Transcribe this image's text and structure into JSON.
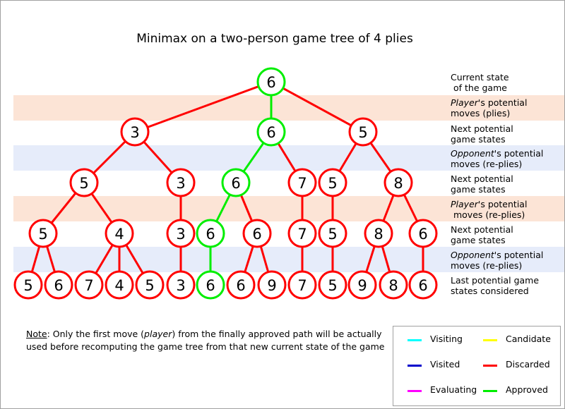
{
  "title": "Minimax on a two-person game tree of 4 plies",
  "colors": {
    "discarded": "#ff0000",
    "approved": "#00ee00",
    "band_player": "#fce4d6",
    "band_opponent": "#e6ecfa"
  },
  "levels": [
    {
      "plain": "Current state\n of the game"
    },
    {
      "italic": "Player",
      "plain": "'s potential\nmoves (plies)"
    },
    {
      "plain": "Next potential\ngame states"
    },
    {
      "italic": "Opponent",
      "plain": "'s potential\nmoves (re-plies)"
    },
    {
      "plain": "Next potential\ngame states"
    },
    {
      "italic": "Player",
      "plain": "'s potential\n moves (re-plies)"
    },
    {
      "plain": "Next potential\ngame states"
    },
    {
      "italic": "Opponent",
      "plain": "'s potential\nmoves (re-plies)"
    },
    {
      "plain": "Last potential game\nstates considered"
    }
  ],
  "tree": {
    "nodes": [
      {
        "id": "root",
        "value": "6",
        "state": "approved"
      },
      {
        "id": "a1",
        "value": "3",
        "state": "discarded"
      },
      {
        "id": "a2",
        "value": "6",
        "state": "approved"
      },
      {
        "id": "a3",
        "value": "5",
        "state": "discarded"
      },
      {
        "id": "b1",
        "value": "5",
        "state": "discarded"
      },
      {
        "id": "b2",
        "value": "3",
        "state": "discarded"
      },
      {
        "id": "b3",
        "value": "6",
        "state": "approved"
      },
      {
        "id": "b4",
        "value": "7",
        "state": "discarded"
      },
      {
        "id": "b5",
        "value": "5",
        "state": "discarded"
      },
      {
        "id": "b6",
        "value": "8",
        "state": "discarded"
      },
      {
        "id": "c1",
        "value": "5",
        "state": "discarded"
      },
      {
        "id": "c2",
        "value": "4",
        "state": "discarded"
      },
      {
        "id": "c3",
        "value": "3",
        "state": "discarded"
      },
      {
        "id": "c4",
        "value": "6",
        "state": "approved"
      },
      {
        "id": "c5",
        "value": "6",
        "state": "discarded"
      },
      {
        "id": "c6",
        "value": "7",
        "state": "discarded"
      },
      {
        "id": "c7",
        "value": "5",
        "state": "discarded"
      },
      {
        "id": "c8",
        "value": "8",
        "state": "discarded"
      },
      {
        "id": "c9",
        "value": "6",
        "state": "discarded"
      },
      {
        "id": "d1",
        "value": "5",
        "state": "discarded"
      },
      {
        "id": "d2",
        "value": "6",
        "state": "discarded"
      },
      {
        "id": "d3",
        "value": "7",
        "state": "discarded"
      },
      {
        "id": "d4",
        "value": "4",
        "state": "discarded"
      },
      {
        "id": "d5",
        "value": "5",
        "state": "discarded"
      },
      {
        "id": "d6",
        "value": "3",
        "state": "discarded"
      },
      {
        "id": "d7",
        "value": "6",
        "state": "approved"
      },
      {
        "id": "d8",
        "value": "6",
        "state": "discarded"
      },
      {
        "id": "d9",
        "value": "9",
        "state": "discarded"
      },
      {
        "id": "d10",
        "value": "7",
        "state": "discarded"
      },
      {
        "id": "d11",
        "value": "5",
        "state": "discarded"
      },
      {
        "id": "d12",
        "value": "9",
        "state": "discarded"
      },
      {
        "id": "d13",
        "value": "8",
        "state": "discarded"
      },
      {
        "id": "d14",
        "value": "6",
        "state": "discarded"
      }
    ],
    "edges": [
      {
        "from": "root",
        "to": "a1",
        "state": "discarded"
      },
      {
        "from": "root",
        "to": "a2",
        "state": "approved"
      },
      {
        "from": "root",
        "to": "a3",
        "state": "discarded"
      },
      {
        "from": "a1",
        "to": "b1",
        "state": "discarded"
      },
      {
        "from": "a1",
        "to": "b2",
        "state": "discarded"
      },
      {
        "from": "a2",
        "to": "b3",
        "state": "approved"
      },
      {
        "from": "a2",
        "to": "b4",
        "state": "discarded"
      },
      {
        "from": "a3",
        "to": "b5",
        "state": "discarded"
      },
      {
        "from": "a3",
        "to": "b6",
        "state": "discarded"
      },
      {
        "from": "b1",
        "to": "c1",
        "state": "discarded"
      },
      {
        "from": "b1",
        "to": "c2",
        "state": "discarded"
      },
      {
        "from": "b2",
        "to": "c3",
        "state": "discarded"
      },
      {
        "from": "b3",
        "to": "c4",
        "state": "approved"
      },
      {
        "from": "b3",
        "to": "c5",
        "state": "discarded"
      },
      {
        "from": "b4",
        "to": "c6",
        "state": "discarded"
      },
      {
        "from": "b5",
        "to": "c7",
        "state": "discarded"
      },
      {
        "from": "b6",
        "to": "c8",
        "state": "discarded"
      },
      {
        "from": "b6",
        "to": "c9",
        "state": "discarded"
      },
      {
        "from": "c1",
        "to": "d1",
        "state": "discarded"
      },
      {
        "from": "c1",
        "to": "d2",
        "state": "discarded"
      },
      {
        "from": "c2",
        "to": "d3",
        "state": "discarded"
      },
      {
        "from": "c2",
        "to": "d4",
        "state": "discarded"
      },
      {
        "from": "c2",
        "to": "d5",
        "state": "discarded"
      },
      {
        "from": "c3",
        "to": "d6",
        "state": "discarded"
      },
      {
        "from": "c4",
        "to": "d7",
        "state": "approved"
      },
      {
        "from": "c5",
        "to": "d8",
        "state": "discarded"
      },
      {
        "from": "c5",
        "to": "d9",
        "state": "discarded"
      },
      {
        "from": "c6",
        "to": "d10",
        "state": "discarded"
      },
      {
        "from": "c7",
        "to": "d11",
        "state": "discarded"
      },
      {
        "from": "c8",
        "to": "d12",
        "state": "discarded"
      },
      {
        "from": "c8",
        "to": "d13",
        "state": "discarded"
      },
      {
        "from": "c9",
        "to": "d14",
        "state": "discarded"
      }
    ]
  },
  "note": {
    "label": "Note",
    "text": ": Only the first move (",
    "italic": "player",
    "rest": ") from the finally approved path will be actually used before recomputing the game tree from that new current state of the game"
  },
  "legend": [
    {
      "label": "Visiting",
      "color": "#00ffff"
    },
    {
      "label": "Candidate",
      "color": "#ffff00"
    },
    {
      "label": "Visited",
      "color": "#0000cc"
    },
    {
      "label": "Discarded",
      "color": "#ff0000"
    },
    {
      "label": "Evaluating",
      "color": "#ff00ff"
    },
    {
      "label": "Approved",
      "color": "#00ee00"
    }
  ]
}
